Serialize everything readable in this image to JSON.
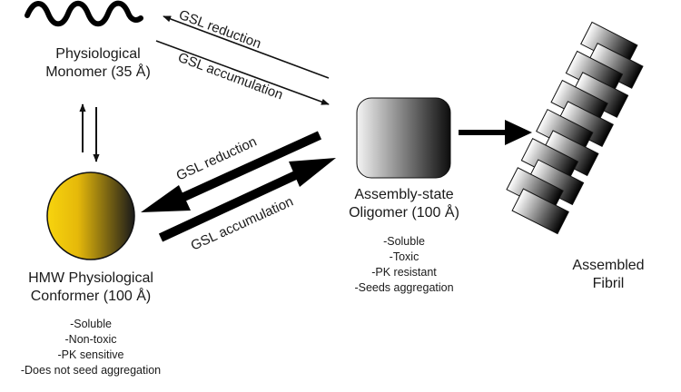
{
  "monomer": {
    "title_line1": "Physiological",
    "title_line2": "Monomer (35 Å)"
  },
  "conformer": {
    "title_line1": "HMW Physiological",
    "title_line2": "Conformer (100 Å)",
    "properties": [
      "-Soluble",
      "-Non-toxic",
      "-PK sensitive",
      "-Does not seed aggregation"
    ]
  },
  "oligomer": {
    "title_line1": "Assembly-state",
    "title_line2": "Oligomer (100 Å)",
    "properties": [
      "-Soluble",
      "-Toxic",
      "-PK resistant",
      "-Seeds aggregation"
    ]
  },
  "fibril": {
    "title_line1": "Assembled",
    "title_line2": "Fibril"
  },
  "arrows": {
    "thin_top": "GSL reduction",
    "thin_bottom": "GSL accumulation",
    "thick_top": "GSL reduction",
    "thick_bottom": "GSL accumulation"
  },
  "colors": {
    "conformer_gradient": [
      "#f7d40e",
      "#1a1a1a"
    ],
    "oligomer_gradient": [
      "#f4f4f4",
      "#0d0d0d"
    ],
    "fibril_gradient": [
      "#ffffff",
      "#000000"
    ]
  }
}
